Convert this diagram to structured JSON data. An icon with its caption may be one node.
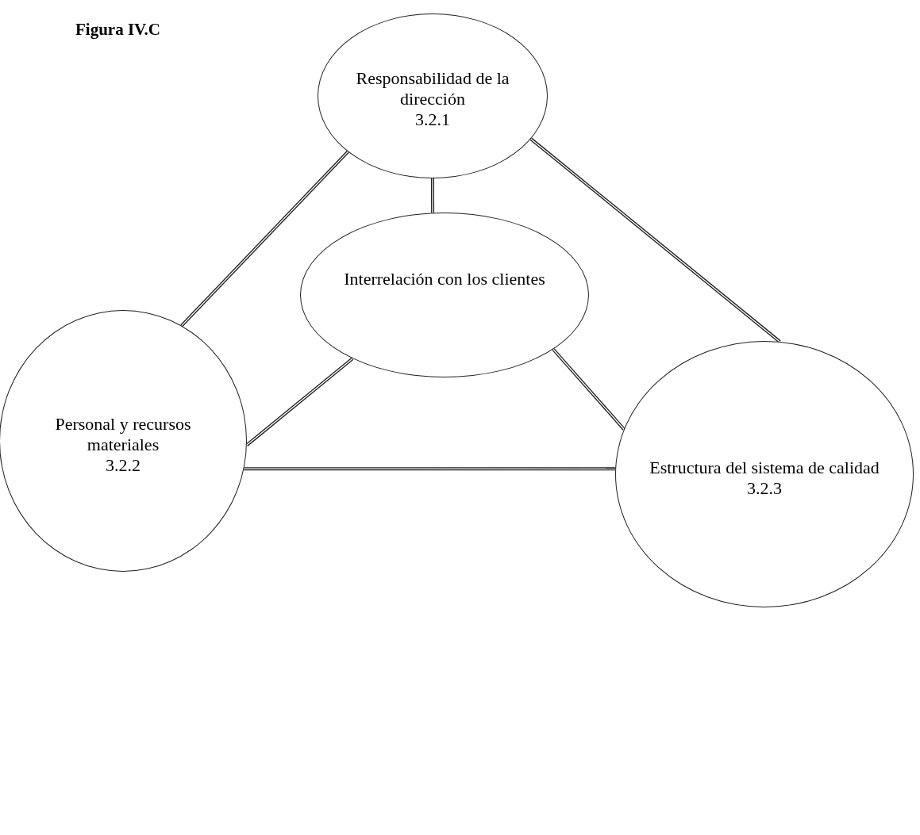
{
  "diagram": {
    "title": "Figura IV.C",
    "nodes": [
      {
        "text": [
          "Responsabilidad de la dirección",
          "3.2.1"
        ]
      },
      {
        "text": [
          "Interrelación con los clientes"
        ]
      },
      {
        "text": [
          "Personal y recursos materiales",
          "3.2.2"
        ]
      },
      {
        "text": [
          "Estructura del sistema de calidad",
          "3.2.3"
        ]
      }
    ],
    "edges": [
      {
        "from": 0,
        "to": 2,
        "arrow": "none"
      },
      {
        "from": 0,
        "to": 1,
        "arrow": "none"
      },
      {
        "from": 0,
        "to": 3,
        "arrow": "none"
      },
      {
        "from": 1,
        "to": 2,
        "arrow": "none"
      },
      {
        "from": 1,
        "to": 3,
        "arrow": "none"
      },
      {
        "from": 2,
        "to": 3,
        "arrow": "none"
      }
    ]
  }
}
